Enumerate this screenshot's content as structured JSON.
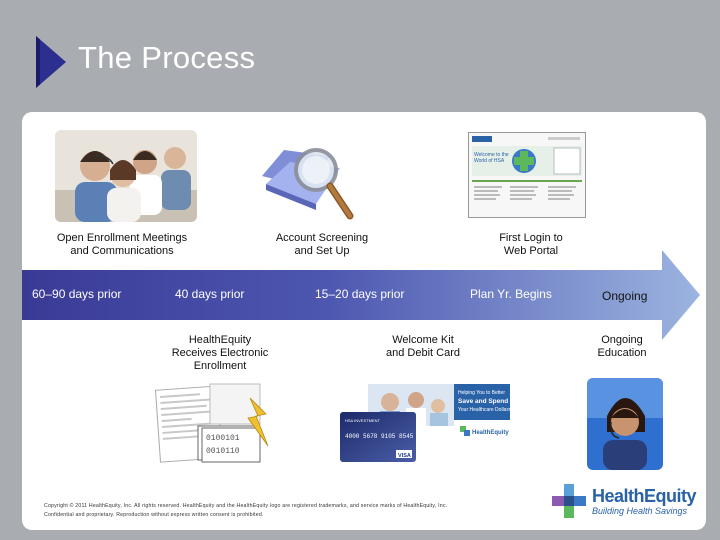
{
  "title": "The Process",
  "steps_top": [
    {
      "label": "Open Enrollment Meetings\nand Communications"
    },
    {
      "label": "Account Screening\nand Set Up"
    },
    {
      "label": "First Login to\nWeb Portal"
    }
  ],
  "timeline": {
    "markers": [
      "60–90 days prior",
      "40 days prior",
      "15–20 days prior",
      "Plan Yr. Begins",
      "Ongoing"
    ],
    "gradient_start": "#3a3a95",
    "gradient_end": "#8fa8d9"
  },
  "steps_bottom": [
    {
      "label": "HealthEquity\nReceives Electronic\nEnrollment"
    },
    {
      "label": "Welcome Kit\nand Debit Card"
    },
    {
      "label": "Ongoing\nEducation"
    }
  ],
  "card": {
    "bank": "HSA INVESTMENT",
    "number": "4000 5678 9105 8545",
    "network": "VISA"
  },
  "welcome_kit": {
    "headline": "Helping You to Better\nSave and Spend\nYour Healthcare Dollars",
    "logo": "HealthEquity"
  },
  "binary": [
    "0100101",
    "0010110"
  ],
  "web_portal": {
    "heading": "Welcome to the\nWorld of HSA"
  },
  "footer": {
    "line1": "Copyright © 2011 HealthEquity, Inc. All rights reserved. HealthEquity and the HealthEquity logo are registered trademarks, and service marks of HealthEquity, Inc.",
    "line2": "Confidential and proprietary. Reproduction without express written consent is prohibited."
  },
  "brand": {
    "name": "HealthEquity",
    "tagline": "Building Health Savings"
  },
  "colors": {
    "background": "#a9acb1",
    "title_chevron": "#2c2f8f",
    "brand_blue": "#2a62a8"
  }
}
